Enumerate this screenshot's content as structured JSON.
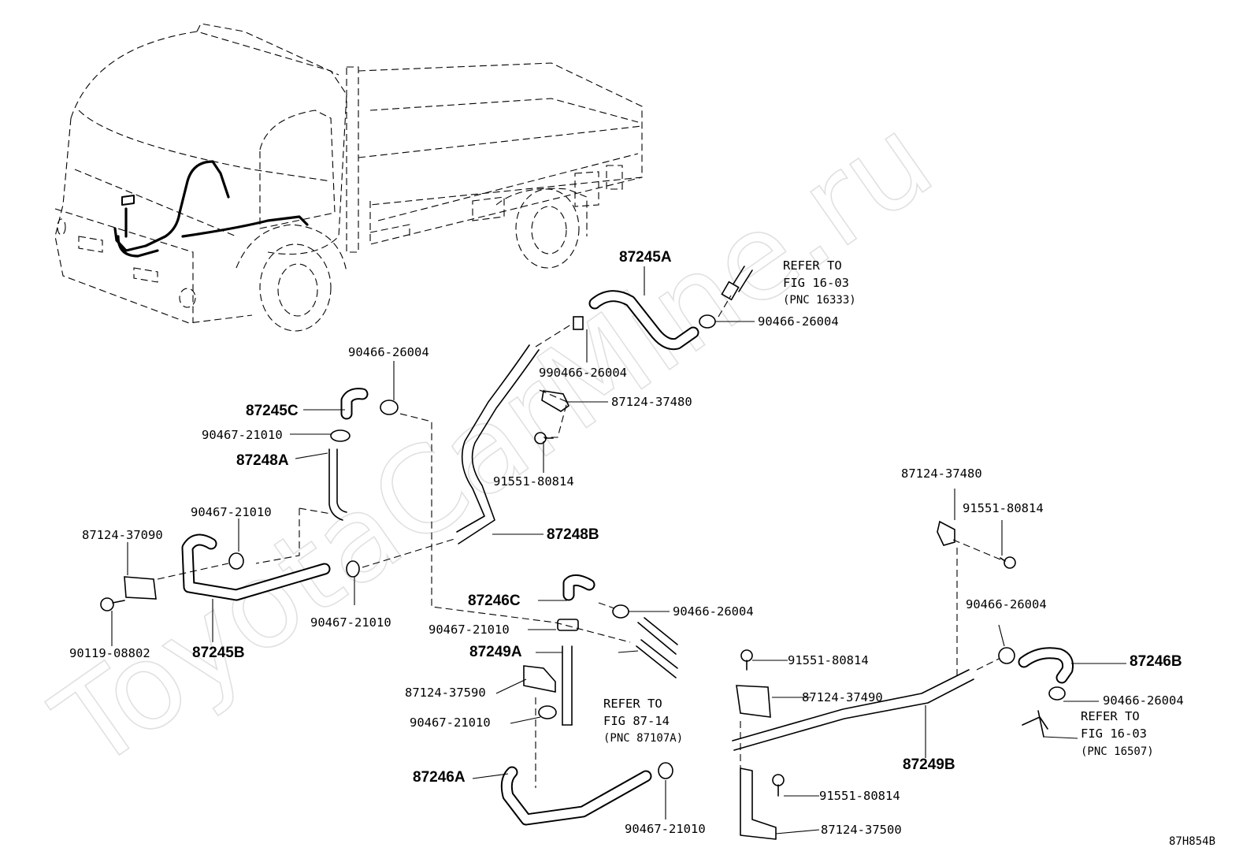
{
  "labels": {
    "p87245A": "87245A",
    "p87245B": "87245B",
    "p87245C": "87245C",
    "p87246A": "87246A",
    "p87246B": "87246B",
    "p87246C": "87246C",
    "p87248A": "87248A",
    "p87248B": "87248B",
    "p87249A": "87249A",
    "p87249B": "87249B",
    "clamp_a": "90466-26004",
    "clamp_a_top": "990466-26004",
    "clamp_b": "90467-21010",
    "bolt_a": "91551-80814",
    "bolt_b": "90119-08802",
    "clip_37480": "87124-37480",
    "clip_37090": "87124-37090",
    "clip_37590": "87124-37590",
    "clip_37490": "87124-37490",
    "clip_37500": "87124-37500"
  },
  "refs": {
    "ref1": {
      "line1": "REFER TO",
      "line2": "FIG 16-03",
      "line3": "(PNC 16333)"
    },
    "ref2": {
      "line1": "REFER TO",
      "line2": "FIG 87-14",
      "line3": "(PNC 87107A)"
    },
    "ref3": {
      "line1": "REFER TO",
      "line2": "FIG 16-03",
      "line3": "(PNC 16507)"
    }
  },
  "figure_code": "87H854B",
  "watermark": "ToyotaCarMine.ru"
}
